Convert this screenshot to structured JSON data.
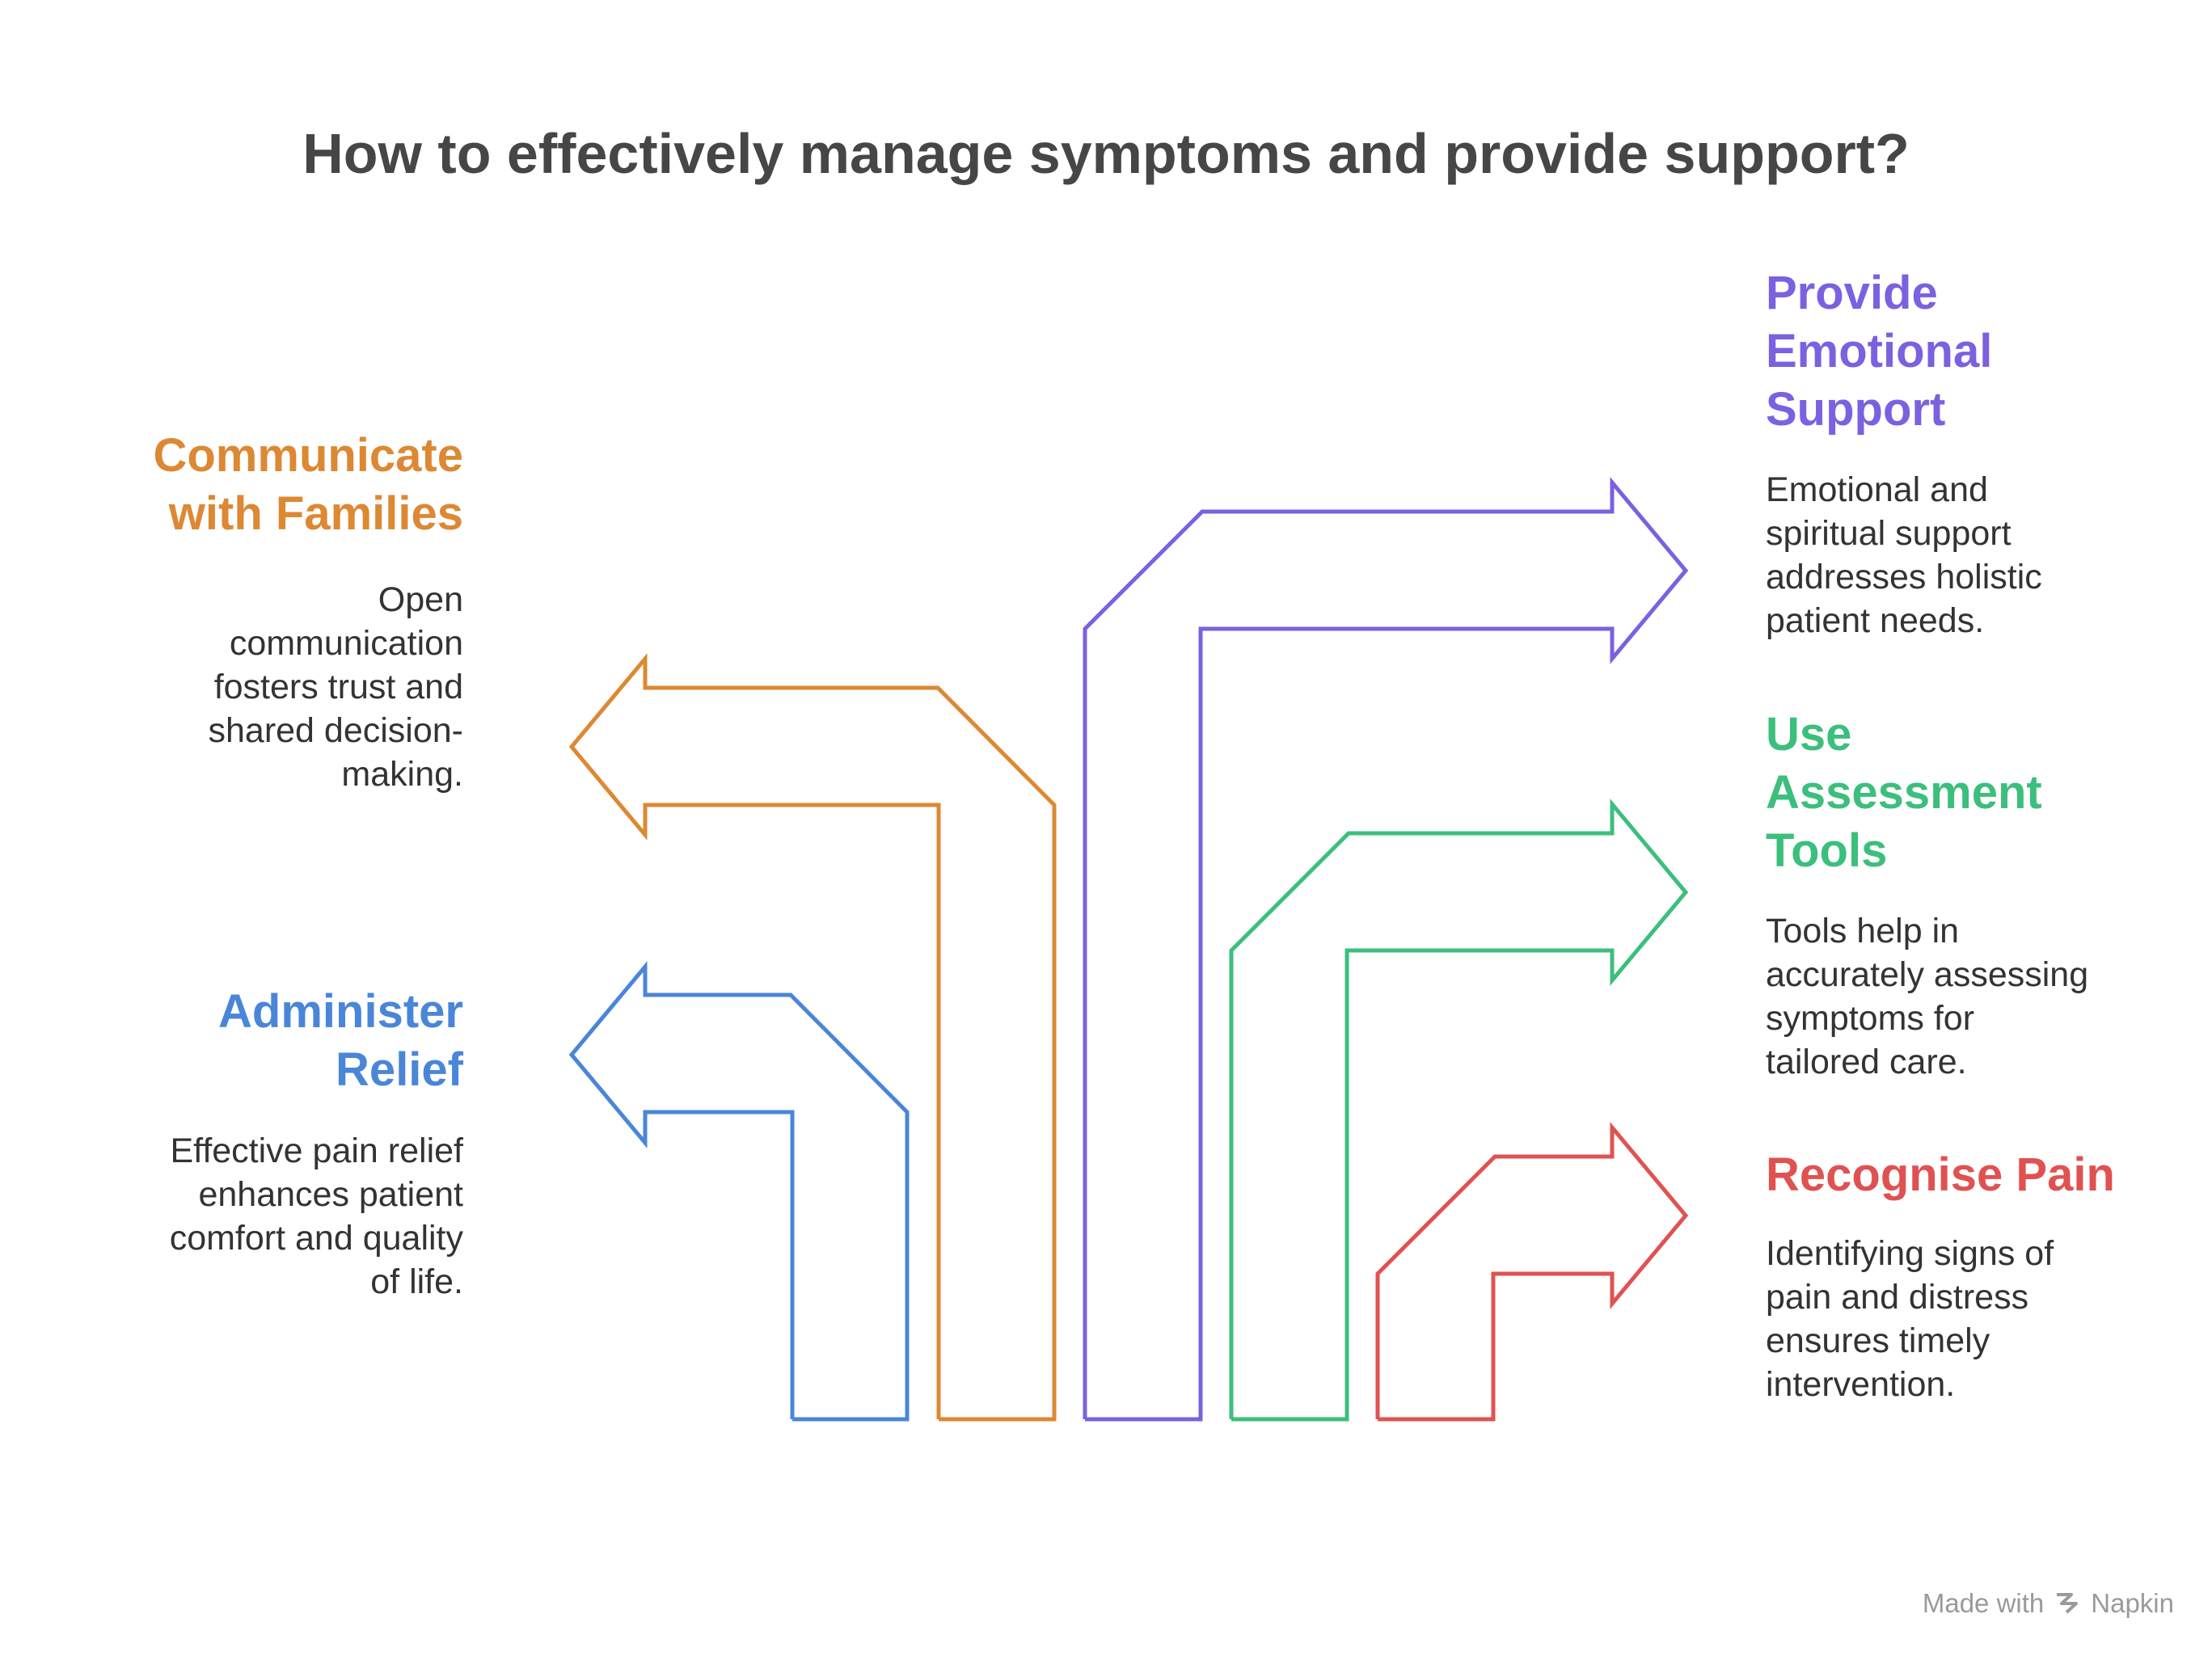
{
  "title": "How to effectively manage symptoms and provide support?",
  "steps": [
    {
      "heading": "Administer\nRelief",
      "description": "Effective pain relief\nenhances patient\ncomfort and quality\nof life.",
      "color": "#4a86d8",
      "direction": "left"
    },
    {
      "heading": "Communicate\nwith Families",
      "description": "Open\ncommunication\nfosters trust and\nshared decision-\nmaking.",
      "color": "#dd8833",
      "direction": "left"
    },
    {
      "heading": "Provide\nEmotional\nSupport",
      "description": "Emotional and\nspiritual support\naddresses holistic\npatient needs.",
      "color": "#7b61e0",
      "direction": "right"
    },
    {
      "heading": "Use\nAssessment\nTools",
      "description": "Tools help in\naccurately assessing\nsymptoms for\ntailored care.",
      "color": "#3cbf7c",
      "direction": "right"
    },
    {
      "heading": "Recognise Pain",
      "description": "Identifying signs of\npain and distress\nensures timely\nintervention.",
      "color": "#e05252",
      "direction": "right"
    }
  ],
  "watermark": {
    "text": "Made with",
    "brand": "Napkin",
    "icon": "napkin-logo-icon"
  }
}
